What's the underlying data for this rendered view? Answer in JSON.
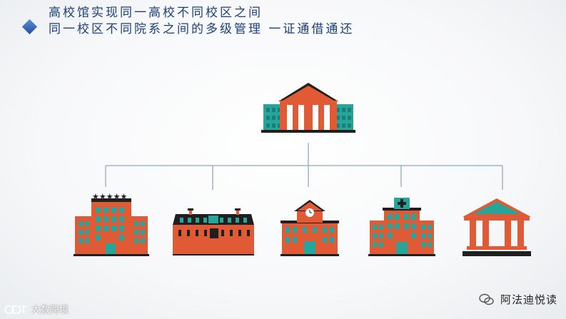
{
  "header": {
    "line1": "高校馆实现同一高校不同校区之间",
    "line2": "同一校区不同院系之间的多级管理  一证通借通还"
  },
  "colors": {
    "brick": "#e05a35",
    "teal": "#27a59b",
    "dark": "#1f1f1f",
    "line": "#9fb4c8",
    "title": "#1d3f7a"
  },
  "watermarks": {
    "right": "阿法迪悦读",
    "left": "大数跨境",
    "left_logo": "logo"
  }
}
